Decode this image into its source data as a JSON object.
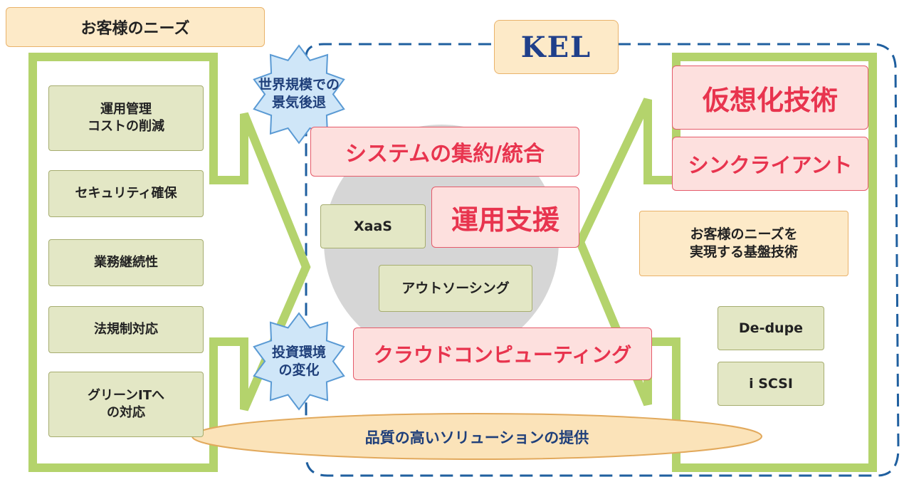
{
  "header": {
    "needs_tab": "お客様のニーズ",
    "kel_label": "KEL"
  },
  "needs": [
    "運用管理\nコストの削減",
    "セキュリティ確保",
    "業務継続性",
    "法規制対応",
    "グリーンITへ\nの対応"
  ],
  "badges": {
    "top": "世界規模での\n景気後退",
    "bottom": "投資環境\nの変化"
  },
  "center": {
    "consolidation": "システムの集約/統合",
    "xaas": "XaaS",
    "ops_support": "運用支援",
    "outsourcing": "アウトソーシング",
    "cloud": "クラウドコンピューティング"
  },
  "right": {
    "virtualization": "仮想化技術",
    "thin_client": "シンクライアント",
    "foundation": "お客様のニーズを\n実現する基盤技術",
    "dedupe": "De-dupe",
    "iscsi": "i SCSI"
  },
  "bottom_banner": "品質の高いソリューションの提供",
  "colors": {
    "frame_green": "#b4d36c",
    "dash_blue": "#1f5f9f",
    "red_text": "#e8344e",
    "badge_fill": "#cfe6f8",
    "banner_fill": "#fbe3b9",
    "circle_gray": "#d6d6d6"
  }
}
